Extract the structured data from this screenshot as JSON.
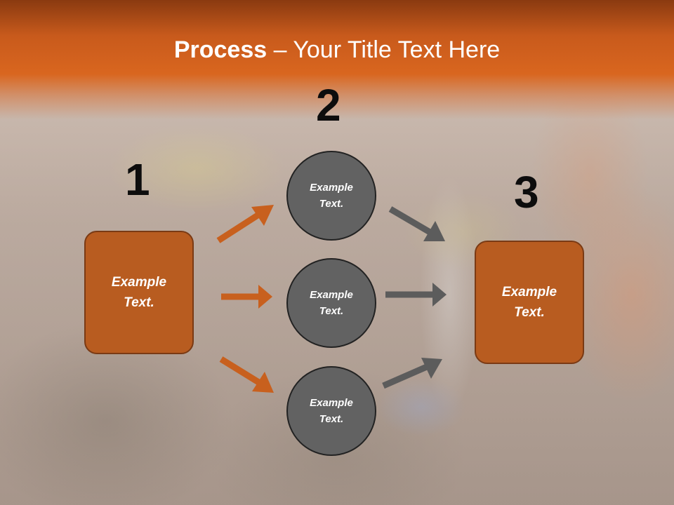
{
  "slide": {
    "title_bold": "Process",
    "title_rest": " – Your Title Text Here",
    "numbers": {
      "n1": "1",
      "n2": "2",
      "n3": "3"
    },
    "left_box": "Example Text.",
    "right_box": "Example Text.",
    "circles": [
      "Example Text.",
      "Example Text.",
      "Example Text."
    ],
    "colors": {
      "header": "#d9661f",
      "box_fill": "#b85c20",
      "circle_fill": "#626262",
      "orange_arrow": "#c8601e",
      "gray_arrow": "#5c5c5c"
    }
  }
}
